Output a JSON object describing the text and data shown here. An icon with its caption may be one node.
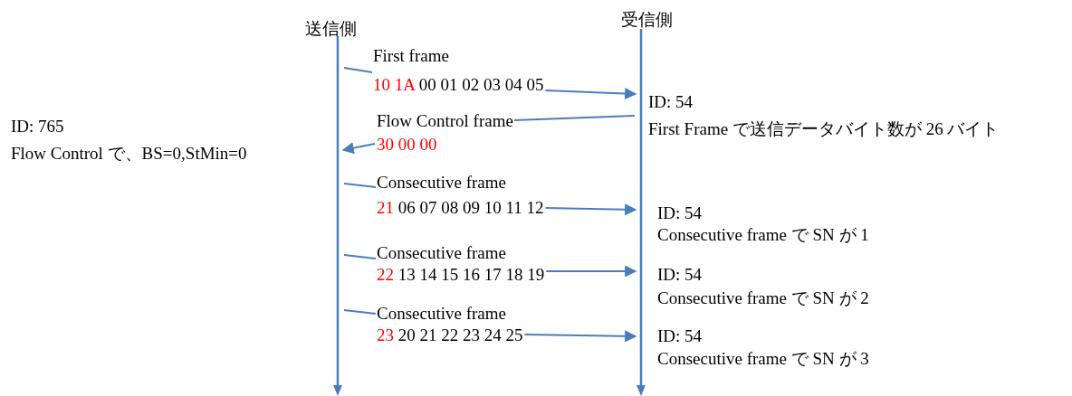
{
  "diagram": {
    "nodes": [
      {
        "text": [
          "送信側"
        ]
      },
      {
        "text": [
          "受信側"
        ]
      },
      {
        "text": [
          "First frame",
          "10 1A",
          "00 01 02 03 04 05"
        ]
      },
      {
        "text": [
          "Flow Control frame",
          "30 00 00"
        ]
      },
      {
        "text": [
          "Consecutive frame",
          "21",
          "06 07 08 09 10 11 12"
        ]
      },
      {
        "text": [
          "Consecutive frame",
          "22",
          "13 14 15 16 17 18 19"
        ]
      },
      {
        "text": [
          "Consecutive frame",
          "23",
          "20 21 22 23 24 25"
        ]
      }
    ],
    "edges": [
      {
        "from": 0,
        "to": 2,
        "arrow": "none"
      },
      {
        "from": 2,
        "to": 1,
        "arrow": "to"
      },
      {
        "from": 1,
        "to": 3,
        "arrow": "none"
      },
      {
        "from": 3,
        "to": 0,
        "arrow": "to"
      },
      {
        "from": 0,
        "to": 4,
        "arrow": "none"
      },
      {
        "from": 4,
        "to": 1,
        "arrow": "to"
      },
      {
        "from": 0,
        "to": 5,
        "arrow": "none"
      },
      {
        "from": 5,
        "to": 1,
        "arrow": "to"
      },
      {
        "from": 0,
        "to": 6,
        "arrow": "none"
      },
      {
        "from": 6,
        "to": 1,
        "arrow": "to"
      }
    ],
    "labels": [
      "ID: 54",
      "First Frame で送信データバイト数が 26 バイト",
      "ID: 765",
      "Flow Control で、BS=0,StMin=0",
      "ID: 54",
      "Consecutive frame で SN が 1",
      "ID: 54",
      "Consecutive frame で SN が 2",
      "ID: 54",
      "Consecutive frame で SN が 3"
    ]
  }
}
